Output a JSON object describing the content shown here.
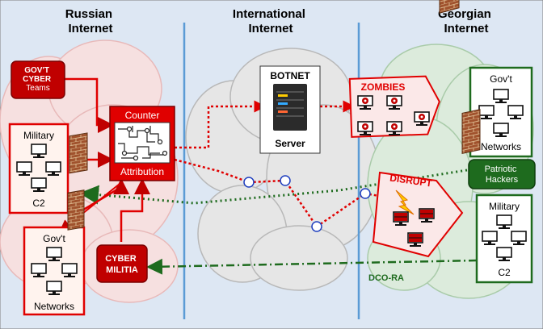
{
  "sections": {
    "russian": "Russian\nInternet",
    "international": "International\nInternet",
    "georgian": "Georgian\nInternet"
  },
  "russian_side": {
    "govt_cyber_teams": "GOV'T\nCYBER\nTeams",
    "military_title": "Military",
    "military_footer": "C2",
    "govt_title": "Gov't",
    "govt_footer": "Networks",
    "counter_title": "Counter",
    "counter_footer": "Attribution",
    "cyber_militia": "CYBER\nMILITIA"
  },
  "international_side": {
    "botnet_title": "BOTNET",
    "botnet_footer": "Server"
  },
  "georgian_side": {
    "zombies": "ZOMBIES",
    "disrupt": "DISRUPT",
    "govt_title": "Gov't",
    "govt_footer": "Networks",
    "patriotic_hackers": "Patriotic\nHackers",
    "military_title": "Military",
    "military_footer": "C2",
    "dco_ra": "DCO-RA"
  },
  "colors": {
    "background": "#dde7f3",
    "cloud_pink": "#f6e0e0",
    "cloud_gray": "#e6e6e6",
    "cloud_green": "#dcebdc",
    "russian_red": "#c00000",
    "bright_red": "#e00000",
    "georgian_green": "#1e6b1e",
    "divider_blue": "#5b9bd5",
    "brick": "#a0522d"
  }
}
